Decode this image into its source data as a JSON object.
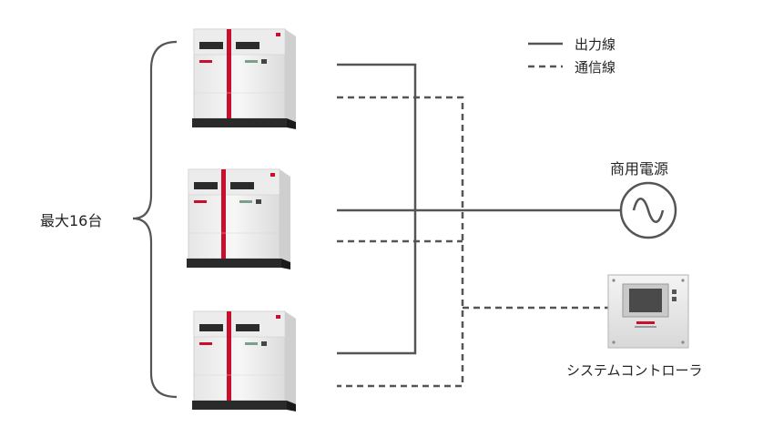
{
  "legend": {
    "output_line": "出力線",
    "comm_line": "通信線"
  },
  "units_count_label": "最大16台",
  "mains_label": "商用電源",
  "controller_label": "システムコントローラ",
  "colors": {
    "line": "#555555",
    "unit_body": "#f2f2f2",
    "unit_stripe": "#c8102e",
    "unit_base": "#2a2a2a"
  },
  "icons": [
    "generator-unit-icon",
    "ac-source-icon",
    "controller-panel-icon"
  ]
}
